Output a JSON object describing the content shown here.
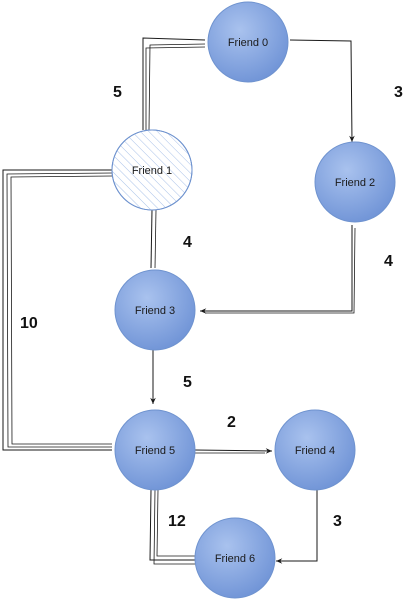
{
  "nodes": [
    {
      "id": "n0",
      "label": "Friend 0",
      "fill": "blue"
    },
    {
      "id": "n1",
      "label": "Friend 1",
      "fill": "hatched"
    },
    {
      "id": "n2",
      "label": "Friend 2",
      "fill": "blue"
    },
    {
      "id": "n3",
      "label": "Friend 3",
      "fill": "blue"
    },
    {
      "id": "n5",
      "label": "Friend 5",
      "fill": "blue"
    },
    {
      "id": "n4",
      "label": "Friend 4",
      "fill": "blue"
    },
    {
      "id": "n6",
      "label": "Friend 6",
      "fill": "blue"
    }
  ],
  "edges": [
    {
      "id": "e01",
      "from": "Friend 0",
      "to": "Friend 1",
      "weight": "5"
    },
    {
      "id": "e02",
      "from": "Friend 0",
      "to": "Friend 2",
      "weight": "3"
    },
    {
      "id": "e13",
      "from": "Friend 1",
      "to": "Friend 3",
      "weight": "4"
    },
    {
      "id": "e23",
      "from": "Friend 2",
      "to": "Friend 3",
      "weight": "4"
    },
    {
      "id": "e15",
      "from": "Friend 1",
      "to": "Friend 5",
      "weight": "10"
    },
    {
      "id": "e35",
      "from": "Friend 3",
      "to": "Friend 5",
      "weight": "5"
    },
    {
      "id": "e54",
      "from": "Friend 5",
      "to": "Friend 4",
      "weight": "2"
    },
    {
      "id": "e56",
      "from": "Friend 5",
      "to": "Friend 6",
      "weight": "12"
    },
    {
      "id": "e46",
      "from": "Friend 4",
      "to": "Friend 6",
      "weight": "3"
    }
  ],
  "colors": {
    "node_fill": "#7b9fd9",
    "node_fill_light": "#a9c2ee",
    "node_stroke": "#6f93cf",
    "hatch": "#9fbbe6",
    "edge": "#1a1a1a",
    "background": "#ffffff"
  }
}
